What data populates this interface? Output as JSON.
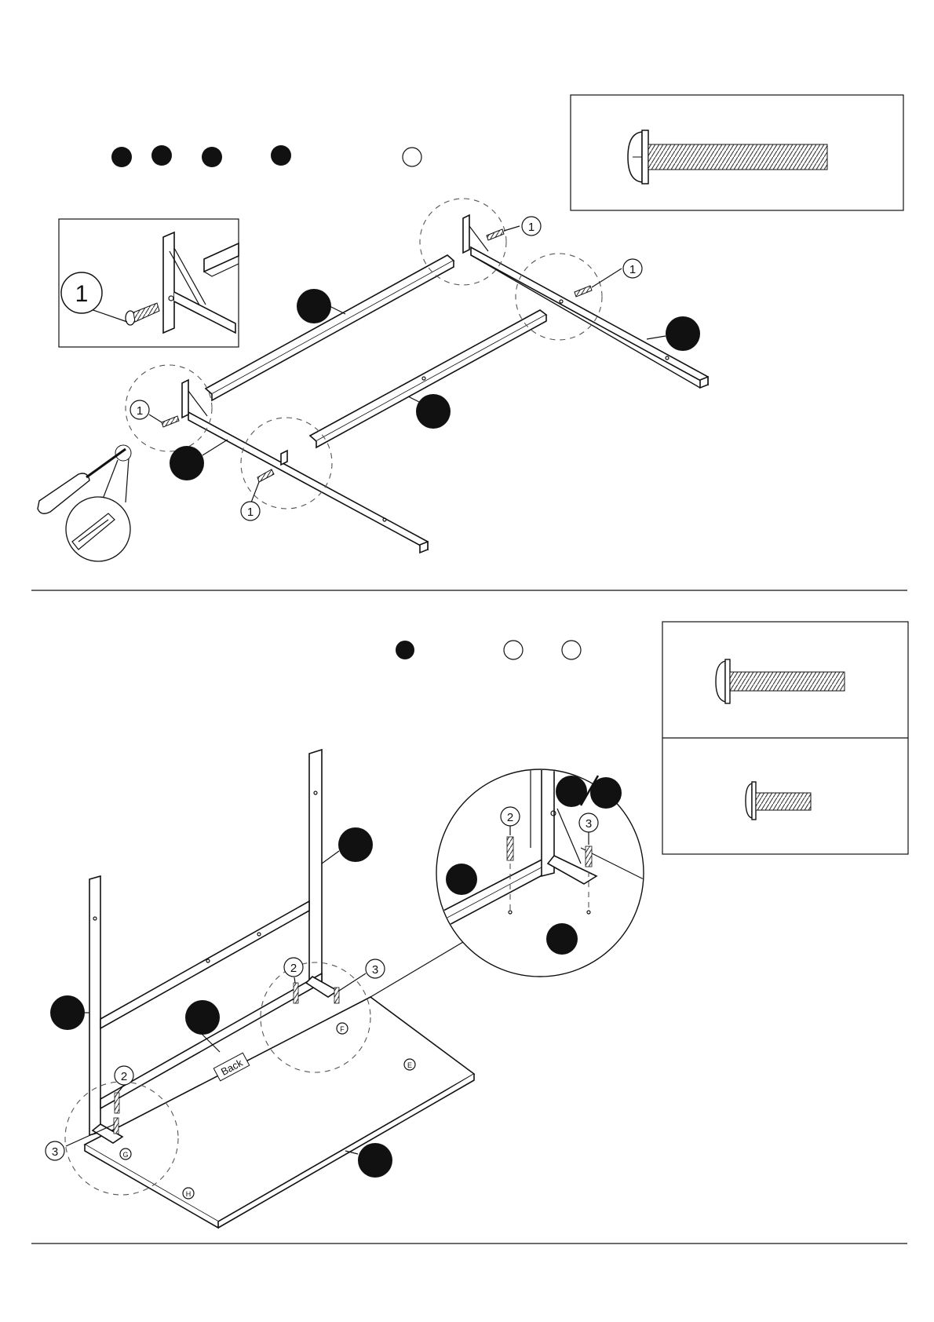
{
  "step_one": {
    "callout_numbers": {
      "inset": "1",
      "a": "1",
      "b": "1",
      "c": "1",
      "d": "1"
    }
  },
  "step_two": {
    "callout_numbers": {
      "two_a": "2",
      "three_a": "3",
      "two_b": "2",
      "three_b": "3",
      "two_zoom": "2",
      "three_zoom": "3"
    },
    "board_label": "Back",
    "hole_letters": {
      "f": "F",
      "e": "E",
      "g": "G",
      "h": "H"
    }
  }
}
